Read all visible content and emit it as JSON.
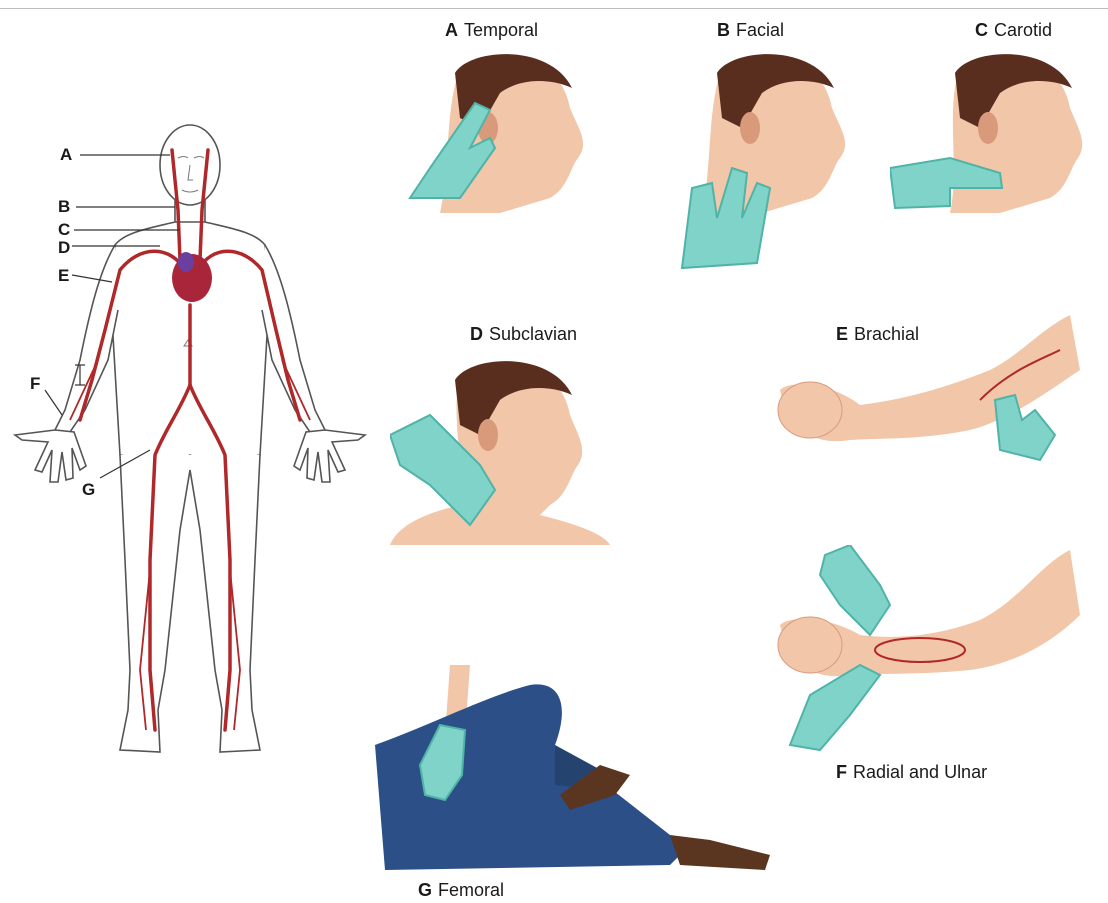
{
  "colors": {
    "artery": "#b0282a",
    "skin": "#f2c6a8",
    "skin_shadow": "#d99a7c",
    "hair": "#5a2e1e",
    "glove": "#7fd3c8",
    "glove_dark": "#4fb3a8",
    "jeans": "#2b4f86",
    "shoe": "#5a3520",
    "heart": "#a8253a",
    "outline": "#555555"
  },
  "callouts": [
    {
      "letter": "A"
    },
    {
      "letter": "B"
    },
    {
      "letter": "C"
    },
    {
      "letter": "D"
    },
    {
      "letter": "E"
    },
    {
      "letter": "F"
    },
    {
      "letter": "G"
    }
  ],
  "panels": [
    {
      "letter": "A",
      "name": "Temporal"
    },
    {
      "letter": "B",
      "name": "Facial"
    },
    {
      "letter": "C",
      "name": "Carotid"
    },
    {
      "letter": "D",
      "name": "Subclavian"
    },
    {
      "letter": "E",
      "name": "Brachial"
    },
    {
      "letter": "F",
      "name": "Radial and Ulnar"
    },
    {
      "letter": "G",
      "name": "Femoral"
    }
  ]
}
